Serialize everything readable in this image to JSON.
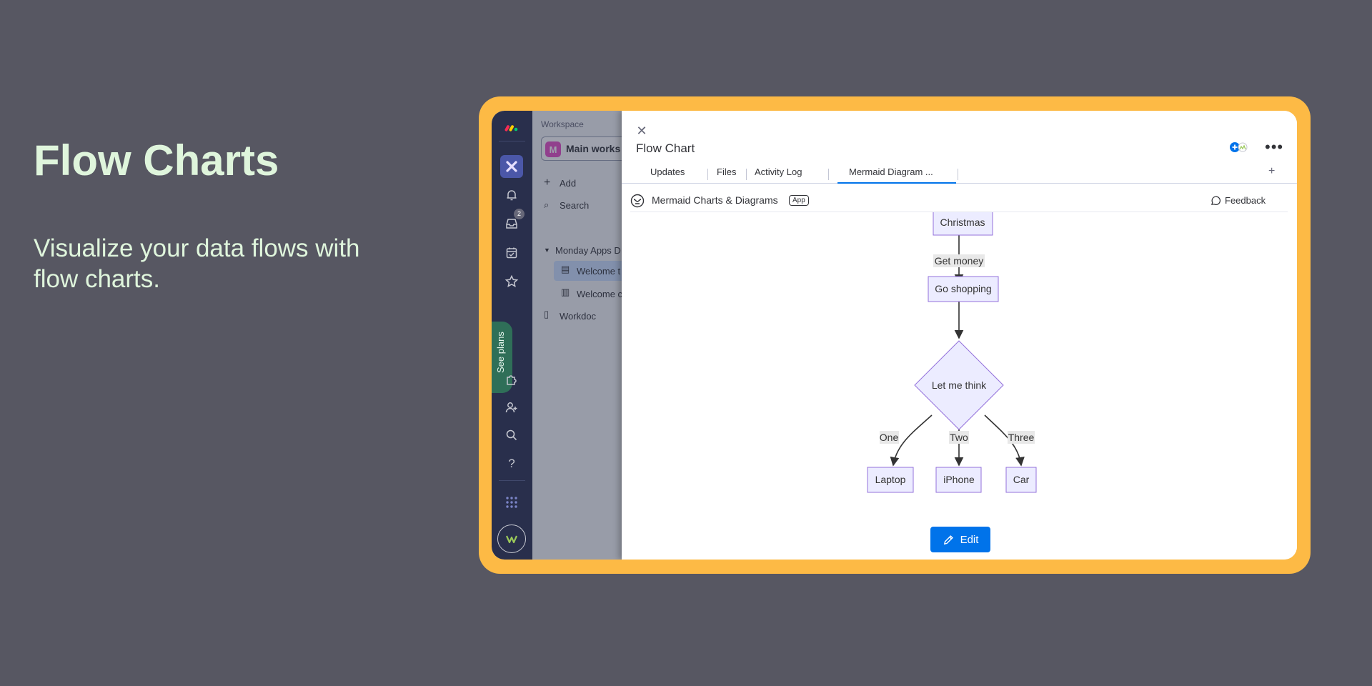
{
  "hero": {
    "title": "Flow Charts",
    "subtitle": "Visualize your data flows with flow charts."
  },
  "colors": {
    "frame": "#fdba45",
    "rail": "#292f4c",
    "accent": "#0073ea",
    "hero_text": "#dff5dc"
  },
  "rail": {
    "icons": [
      "monday-logo-icon",
      "apps-x-icon",
      "bell-icon",
      "inbox-icon",
      "my-work-icon",
      "star-icon",
      "puzzle-icon",
      "invite-user-icon",
      "search-icon",
      "help-icon",
      "apps-grid-icon",
      "workspace-avatar-icon"
    ],
    "inbox_badge": "2",
    "see_plans": "See plans"
  },
  "workspace": {
    "heading": "Workspace",
    "name": "Main works",
    "badge": "M",
    "add": "Add",
    "search": "Search",
    "folder": "Monday Apps D",
    "items": [
      "Welcome t",
      "Welcome c"
    ],
    "workdoc": "Workdoc"
  },
  "panel": {
    "title": "Flow Chart",
    "tabs": [
      "Updates",
      "Files",
      "Activity Log",
      "Mermaid Diagram ..."
    ],
    "tab_plus": "+",
    "app_name": "Mermaid Charts & Diagrams",
    "app_tag": "App",
    "feedback": "Feedback",
    "edit": "Edit"
  },
  "flow": {
    "nodes": {
      "start": "Christmas",
      "step": "Go shopping",
      "decision": "Let me think",
      "out1": "Laptop",
      "out2": "iPhone",
      "out3": "Car"
    },
    "edges": {
      "e1": "Get money",
      "o1": "One",
      "o2": "Two",
      "o3": "Three"
    }
  }
}
